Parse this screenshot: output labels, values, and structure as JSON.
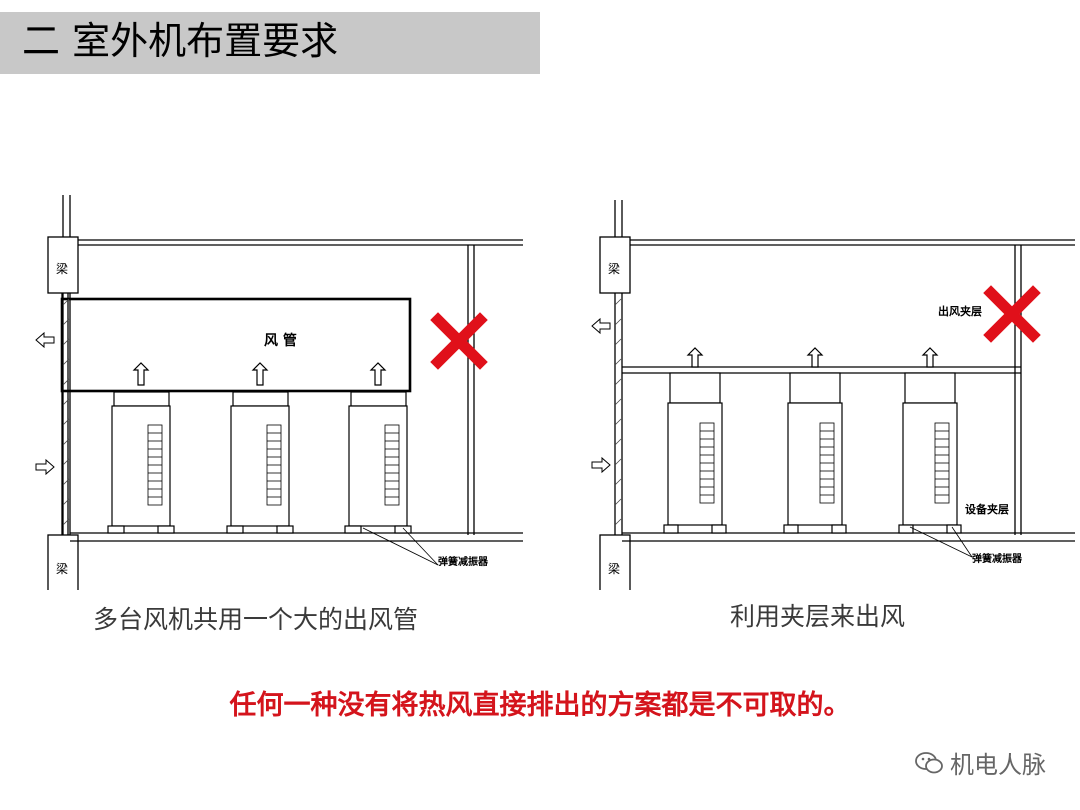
{
  "title": {
    "text": "二  室外机布置要求"
  },
  "figure_left": {
    "beam_top": "梁",
    "beam_bottom": "梁",
    "duct_label": "风 管",
    "damper_label": "弹簧减振器",
    "mark": "cross-icon",
    "caption": "多台风机共用一个大的出风管"
  },
  "figure_right": {
    "beam_top": "梁",
    "beam_bottom": "梁",
    "outlet_interlayer": "出风夹层",
    "equipment_interlayer": "设备夹层",
    "damper_label": "弹簧减振器",
    "mark": "cross-icon",
    "caption": "利用夹层来出风"
  },
  "conclusion": "任何一种没有将热风直接排出的方案都是不可取的。",
  "watermark": {
    "icon": "wechat-icon",
    "text": "机电人脉"
  },
  "colors": {
    "title_bar": "#c8c8c8",
    "cross": "#e0101a",
    "conclusion": "#d4141c"
  }
}
